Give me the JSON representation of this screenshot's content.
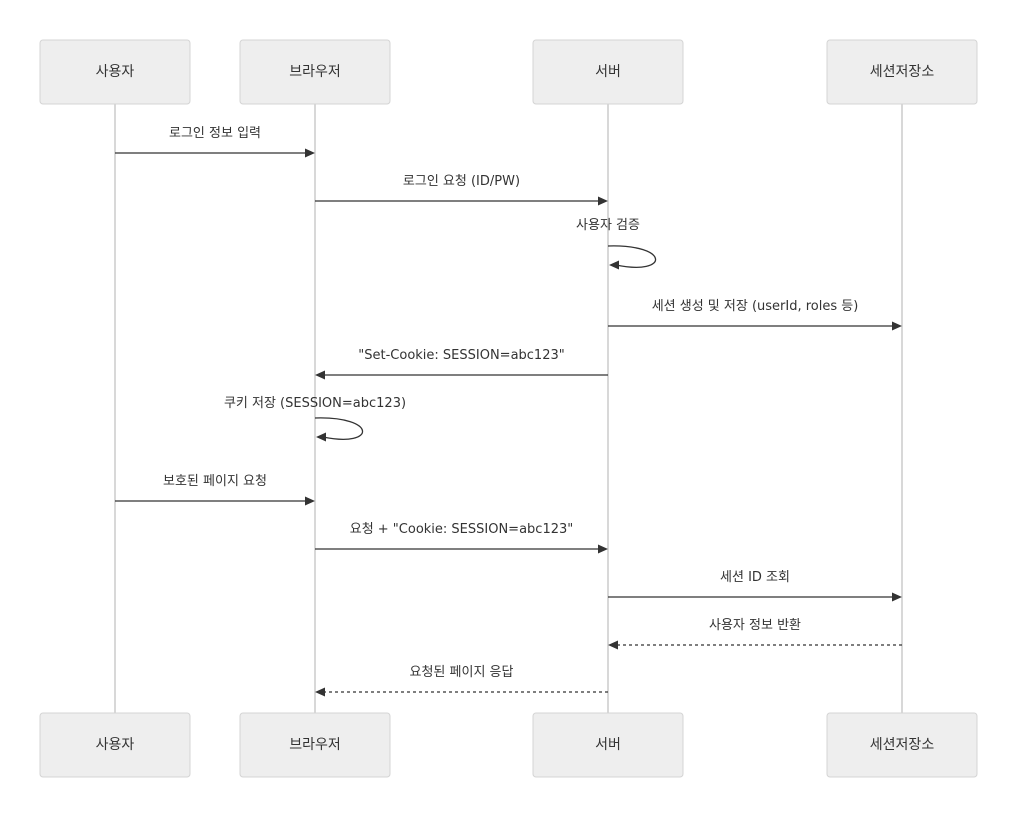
{
  "participants": [
    {
      "id": "user",
      "label": "사용자"
    },
    {
      "id": "browser",
      "label": "브라우저"
    },
    {
      "id": "server",
      "label": "서버"
    },
    {
      "id": "store",
      "label": "세션저장소"
    }
  ],
  "messages": [
    {
      "from": "user",
      "to": "browser",
      "label": "로그인 정보 입력",
      "style": "solid"
    },
    {
      "from": "browser",
      "to": "server",
      "label": "로그인 요청 (ID/PW)",
      "style": "solid"
    },
    {
      "from": "server",
      "to": "server",
      "label": "사용자 검증",
      "style": "solid"
    },
    {
      "from": "server",
      "to": "store",
      "label": "세션 생성 및 저장 (userId, roles 등)",
      "style": "solid"
    },
    {
      "from": "server",
      "to": "browser",
      "label": "\"Set-Cookie: SESSION=abc123\"",
      "style": "solid"
    },
    {
      "from": "browser",
      "to": "browser",
      "label": "쿠키 저장 (SESSION=abc123)",
      "style": "solid"
    },
    {
      "from": "user",
      "to": "browser",
      "label": "보호된 페이지 요청",
      "style": "solid"
    },
    {
      "from": "browser",
      "to": "server",
      "label": "요청 + \"Cookie: SESSION=abc123\"",
      "style": "solid"
    },
    {
      "from": "server",
      "to": "store",
      "label": "세션 ID 조회",
      "style": "solid"
    },
    {
      "from": "store",
      "to": "server",
      "label": "사용자 정보 반환",
      "style": "dashed"
    },
    {
      "from": "server",
      "to": "browser",
      "label": "요청된 페이지 응답",
      "style": "dashed"
    }
  ]
}
